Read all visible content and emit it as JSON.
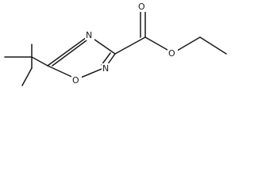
{
  "structure": {
    "atom_labels": {
      "n4": "N",
      "n2": "N",
      "o1": "O",
      "o_carbonyl": "O",
      "o_ester": "O"
    }
  }
}
